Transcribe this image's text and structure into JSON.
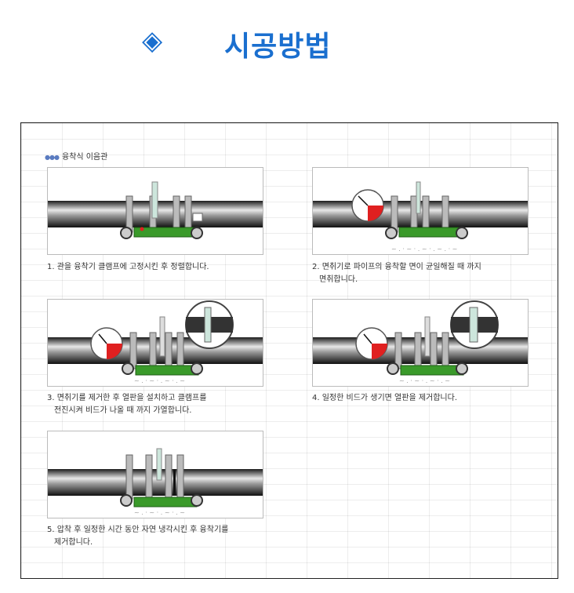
{
  "title": {
    "symbol": "◈",
    "text": "시공방법"
  },
  "section_label": "융착식 이음관",
  "steps": [
    {
      "line1": "1. 관을 융착기 클램프에 고정시킨 후 정렬합니다.",
      "line2": ""
    },
    {
      "line1": "2. 면취기로 파이프의 융착할 면이 균일해질 때 까지",
      "line2": "면취합니다."
    },
    {
      "line1": "3. 면취기를 제거한 후 열판을 설치하고 클램프를",
      "line2": "전진시켜 비드가 나올 때 까지 가열합니다."
    },
    {
      "line1": "4. 일정한 비드가 생기면 열판을 제거합니다.",
      "line2": ""
    },
    {
      "line1": "5. 압착 후 일정한 시간 동안 자연 냉각시킨 후 융착기를",
      "line2": "제거합니다."
    }
  ],
  "colors": {
    "title": "#1a6fcf",
    "gauge_red": "#e02020",
    "machine_green": "#3a9a2a"
  }
}
